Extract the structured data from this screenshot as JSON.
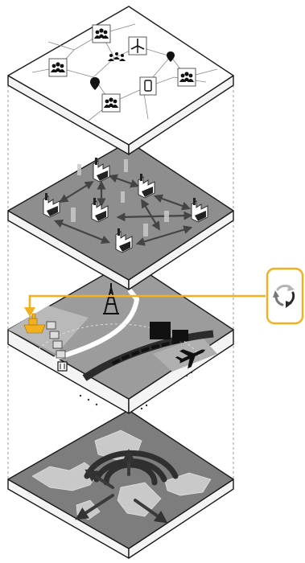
{
  "colors": {
    "accent": "#f2b01e",
    "ink": "#1a1a1a",
    "network_surface": "#ffffff",
    "mid_surface": "#8e8e8e",
    "infra_surface": "#9c9c9c",
    "geo_surface": "#7d7d7d",
    "side_face": "#f4f4f4"
  },
  "layers": [
    {
      "id": "social-network-layer",
      "icons": [
        "people-icon",
        "wind-turbine-icon",
        "phone-icon",
        "location-pin-icon",
        "community-icon"
      ]
    },
    {
      "id": "buildings-layer",
      "icons": [
        "factory-icon",
        "bidirectional-arrow-icon"
      ]
    },
    {
      "id": "infrastructure-layer",
      "icons": [
        "oil-rig-icon",
        "ship-icon",
        "airplane-icon",
        "train-icon",
        "warehouse-icon"
      ]
    },
    {
      "id": "geography-layer",
      "icons": [
        "map-icon",
        "radiating-waves-icon"
      ]
    }
  ],
  "cycle_symbol": "recycle-arrows-icon"
}
